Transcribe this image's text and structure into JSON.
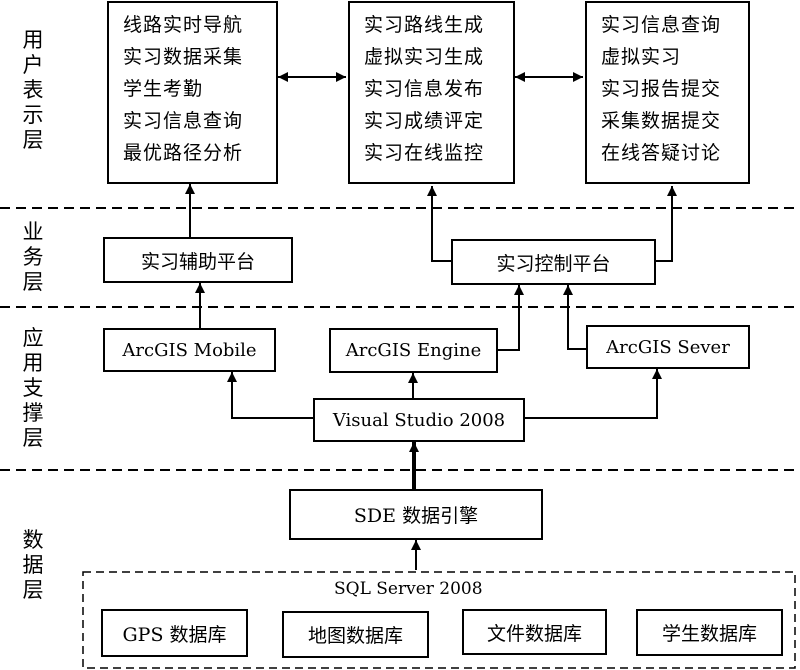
{
  "layers": {
    "presentation": "用户表示层",
    "business": "业务层",
    "support": "应用支撑层",
    "data": "数据层"
  },
  "presentation_boxes": {
    "left": [
      "线路实时导航",
      "实习数据采集",
      "学生考勤",
      "实习信息查询",
      "最优路径分析"
    ],
    "middle": [
      "实习路线生成",
      "虚拟实习生成",
      "实习信息发布",
      "实习成绩评定",
      "实习在线监控"
    ],
    "right": [
      "实习信息查询",
      "虚拟实习",
      "实习报告提交",
      "采集数据提交",
      "在线答疑讨论"
    ]
  },
  "business_boxes": {
    "assist": "实习辅助平台",
    "control": "实习控制平台"
  },
  "support_boxes": {
    "mobile": "ArcGIS Mobile",
    "engine": "ArcGIS Engine",
    "server": "ArcGIS Sever",
    "vs": "Visual Studio 2008"
  },
  "data_layer": {
    "sde": "SDE 数据引擎",
    "sql_server": "SQL Server 2008",
    "databases": [
      "GPS 数据库",
      "地图数据库",
      "文件数据库",
      "学生数据库"
    ]
  }
}
